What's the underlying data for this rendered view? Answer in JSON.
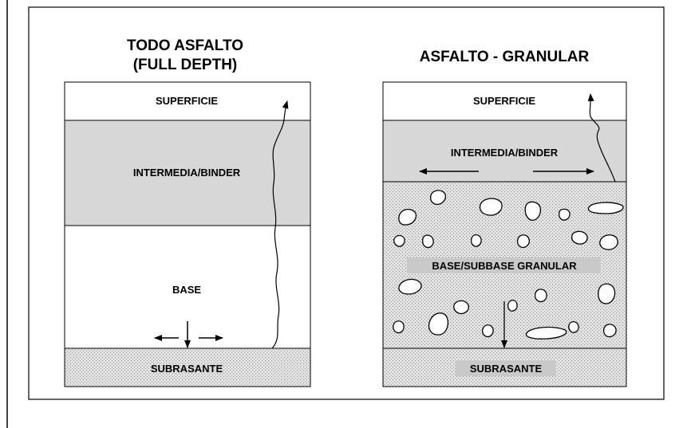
{
  "left_panel": {
    "title_line1": "TODO ASFALTO",
    "title_line2": "(FULL DEPTH)",
    "layers": {
      "surface": "SUPERFICIE",
      "binder": "INTERMEDIA/BINDER",
      "base": "BASE",
      "subgrade": "SUBRASANTE"
    }
  },
  "right_panel": {
    "title": "ASFALTO - GRANULAR",
    "layers": {
      "surface": "SUPERFICIE",
      "binder": "INTERMEDIA/BINDER",
      "granular_base": "BASE/SUBBASE GRANULAR",
      "subgrade": "SUBRASANTE"
    }
  },
  "colors": {
    "binder_fill": "#d7d7d7",
    "outline": "#000000",
    "background": "#ffffff"
  }
}
